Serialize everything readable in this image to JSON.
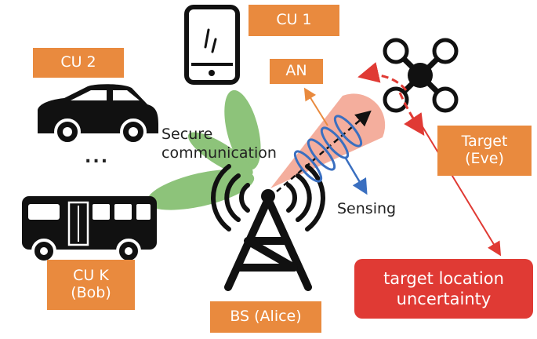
{
  "colors": {
    "label_box": "#e98a3e",
    "uncertainty_box": "#e03a34",
    "beam_green": "#8dc37a",
    "beam_pink": "#f3a592",
    "sensing_arrow": "#3a6fc0",
    "an_arrow": "#e98a3e",
    "uncertainty_arrow": "#e03a34",
    "silhouette": "#111111"
  },
  "icons": {
    "phone": "smartphone-icon",
    "car": "car-icon",
    "bus": "bus-icon",
    "drone": "drone-icon",
    "tower": "antenna-tower-icon"
  },
  "labels": {
    "cu1": "CU 1",
    "cu2": "CU 2",
    "cuk_line1": "CU K",
    "cuk_line2": "(Bob)",
    "an": "AN",
    "target_line1": "Target",
    "target_line2": "(Eve)",
    "bs": "BS (Alice)",
    "uncertainty_line1": "target location",
    "uncertainty_line2": "uncertainty",
    "secure_line1": "Secure",
    "secure_line2": "communication",
    "sensing": "Sensing",
    "ellipsis": "..."
  }
}
